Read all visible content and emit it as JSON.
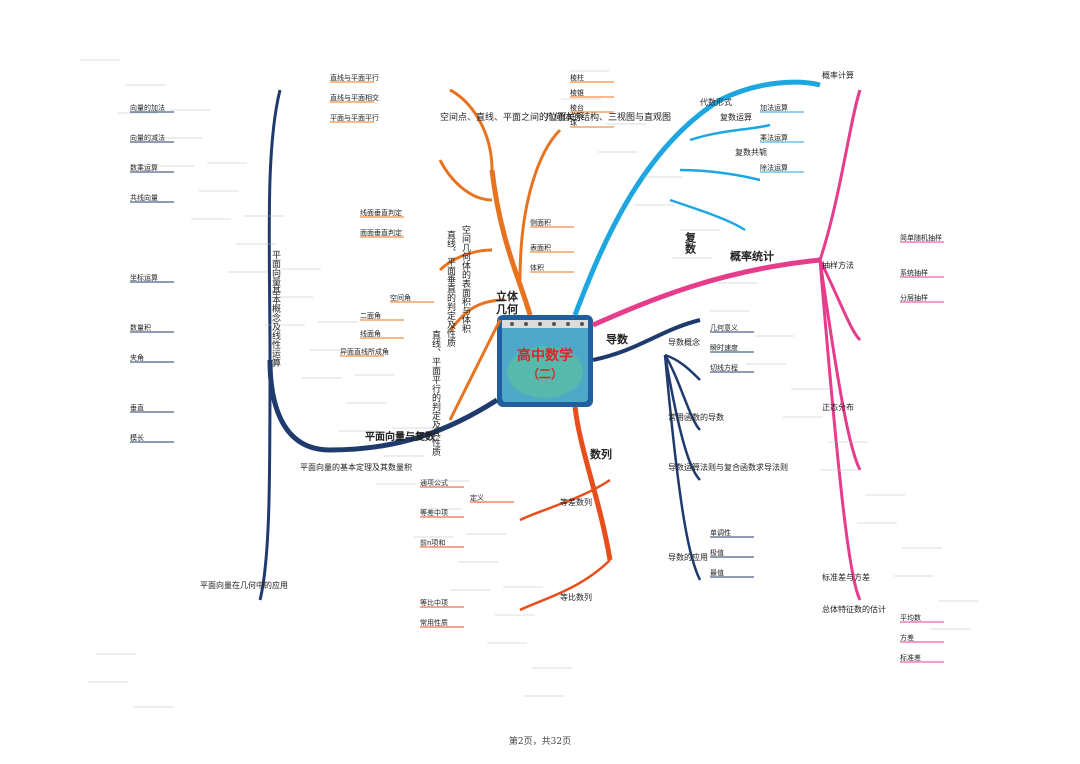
{
  "center": {
    "title": "高中数学",
    "subtitle": "（二）"
  },
  "branches": {
    "complex": "复数",
    "stats": "概率统计",
    "deriv": "导数",
    "seq": "数列",
    "vector": "平面向量与复数",
    "solid": "立体\n几何"
  },
  "subtopics": {
    "solid_space": "空间几何体的表面积与体积",
    "solid_perp": "直线、平面垂直的判定及性质",
    "solid_para": "直线、平面平行的判定及其性质",
    "solid_pos": "空间点、直线、平面之间的位置关系",
    "solid_3view": "几何体的结构、三视图与直观图",
    "complex_alg": "代数形式",
    "complex_ops": "复数运算",
    "complex_conj": "复数共轭",
    "stats_prob": "概率计算",
    "stats_sample": "抽样方法",
    "stats_dist": "正态分布",
    "stats_std": "标准差与方差",
    "stats_feature": "总体特征数的估计",
    "deriv_concept": "导数概念",
    "deriv_calc": "常用函数的导数",
    "deriv_rules": "导数运算法则与复合函数求导法则",
    "deriv_app": "导数的应用",
    "seq_arith": "等差数列",
    "seq_geo": "等比数列",
    "vec_basic": "平面向量基本概念及线性运算",
    "vec_coord": "平面向量的基本定理及其数量积",
    "vec_app": "平面向量在几何中的应用"
  },
  "leaves": {
    "l01": "直线与平面平行",
    "l02": "直线与平面相交",
    "l03": "平面与平面平行",
    "l04": "线面垂直判定",
    "l05": "面面垂直判定",
    "l06": "空间角",
    "l07": "二面角",
    "l08": "线面角",
    "l09": "异面直线所成角",
    "l10": "棱柱",
    "l11": "棱锥",
    "l12": "棱台",
    "l13": "球",
    "l14": "侧面积",
    "l15": "表面积",
    "l16": "体积",
    "l17": "定义",
    "l18": "通项公式",
    "l19": "前n项和",
    "l20": "等差中项",
    "l21": "等比中项",
    "l22": "常用性质",
    "l23": "单调性",
    "l24": "极值",
    "l25": "最值",
    "l26": "几何意义",
    "l27": "瞬时速度",
    "l28": "切线方程",
    "l29": "简单随机抽样",
    "l30": "系统抽样",
    "l31": "分层抽样",
    "l32": "平均数",
    "l33": "方差",
    "l34": "标准差",
    "l35": "向量的加法",
    "l36": "向量的减法",
    "l37": "数乘运算",
    "l38": "共线向量",
    "l39": "坐标运算",
    "l40": "数量积",
    "l41": "夹角",
    "l42": "垂直",
    "l43": "模长",
    "l44": "加法运算",
    "l45": "乘法运算",
    "l46": "除法运算"
  },
  "footer": "第2页，共32页",
  "colors": {
    "solid": "#e8731f",
    "complex": "#1ea6e0",
    "stats": "#e63c8c",
    "deriv": "#1f3a6d",
    "seq": "#e84e1b",
    "vector": "#1f3a6d",
    "center_bg": "#4fa8c8",
    "center_text": "#d4292a"
  }
}
